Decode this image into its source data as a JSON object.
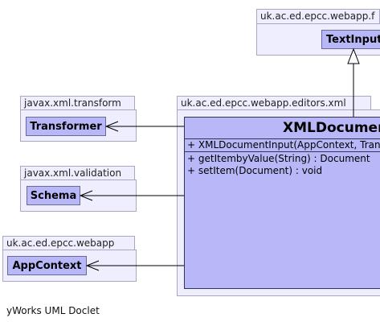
{
  "packages": {
    "formats": "uk.ac.ed.epcc.webapp.f",
    "transform": "javax.xml.transform",
    "validation": "javax.xml.validation",
    "webapp": "uk.ac.ed.epcc.webapp",
    "editors_xml": "uk.ac.ed.epcc.webapp.editors.xml"
  },
  "classes": {
    "text_input": "TextInput",
    "transformer": "Transformer",
    "schema": "Schema",
    "app_context": "AppContext",
    "main": {
      "name": "XMLDocumen",
      "constructors": [
        "+ XMLDocumentInput(AppContext, Tran"
      ],
      "methods": [
        "+ getItembyValue(String) : Document",
        "+ setItem(Document) : void"
      ]
    }
  },
  "footer": "yWorks UML Doclet"
}
